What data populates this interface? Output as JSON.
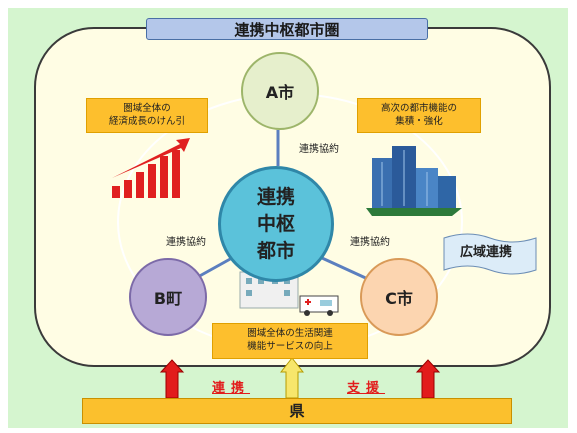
{
  "title": "連携中枢都市圏",
  "nodes": {
    "center": "連携\n中枢\n都市",
    "a": "A市",
    "b": "B町",
    "c": "C市"
  },
  "links": {
    "top": "連携協約",
    "left": "連携協約",
    "right": "連携協約"
  },
  "notes": {
    "left": "圏域全体の\n経済成長のけん引",
    "right": "高次の都市機能の\n集積・強化",
    "bottom": "圏域全体の生活関連\n機能サービスの向上"
  },
  "kouiki": "広域連携",
  "support": {
    "word1": "連携",
    "word2": "支援"
  },
  "prefecture": "県",
  "colors": {
    "background": "#d5f5cf",
    "region": "#fffde4",
    "center_node": "#5bc2da",
    "a_node": "#e6efcc",
    "b_node": "#b7a9d6",
    "c_node": "#fcd5b0",
    "note": "#fdbf2d",
    "prefecture": "#fbc02d",
    "arrow_red": "#e21c1c",
    "arrow_yellow": "#f7e66b"
  },
  "icons": [
    "growth-chart-icon",
    "buildings-icon",
    "hospital-icon",
    "ambulance-icon",
    "flag-banner-icon"
  ]
}
